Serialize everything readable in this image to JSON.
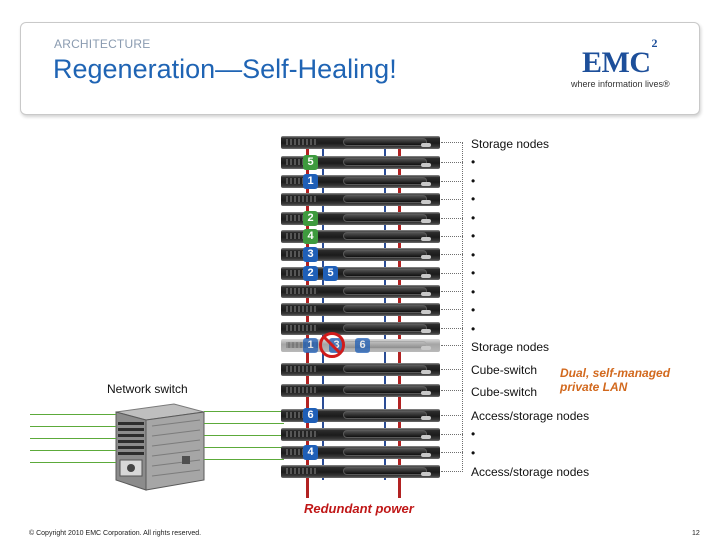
{
  "header": {
    "section": "ARCHITECTURE",
    "title": "Regeneration—Self-Healing!"
  },
  "logo": {
    "brand": "EMC",
    "superscript": "2",
    "tagline": "where information lives®"
  },
  "rack": {
    "rows": [
      {
        "chips": [],
        "failed": false
      },
      {
        "chips": [
          {
            "n": "5",
            "color": "green"
          }
        ],
        "failed": false
      },
      {
        "chips": [
          {
            "n": "1",
            "color": "blue"
          }
        ],
        "failed": false
      },
      {
        "chips": [],
        "failed": false
      },
      {
        "chips": [
          {
            "n": "2",
            "color": "green"
          }
        ],
        "failed": false
      },
      {
        "chips": [
          {
            "n": "4",
            "color": "green"
          }
        ],
        "failed": false
      },
      {
        "chips": [
          {
            "n": "3",
            "color": "blue"
          }
        ],
        "failed": false
      },
      {
        "chips": [
          {
            "n": "2",
            "color": "blue"
          },
          {
            "n": "5",
            "color": "blue"
          }
        ],
        "failed": false
      },
      {
        "chips": [],
        "failed": false
      },
      {
        "chips": [],
        "failed": false
      },
      {
        "chips": [],
        "failed": false
      },
      {
        "chips": [
          {
            "n": "1",
            "color": "blue"
          },
          {
            "n": "3",
            "color": "blue"
          },
          {
            "n": "6",
            "color": "blue"
          }
        ],
        "failed": true
      },
      {
        "chips": [],
        "failed": false
      },
      {
        "chips": [],
        "failed": false
      },
      {
        "chips": [
          {
            "n": "6",
            "color": "blue"
          }
        ],
        "failed": false
      },
      {
        "chips": [],
        "failed": false
      },
      {
        "chips": [
          {
            "n": "4",
            "color": "blue"
          }
        ],
        "failed": false
      },
      {
        "chips": [],
        "failed": false
      }
    ]
  },
  "labels": {
    "storage_top": "Storage nodes",
    "storage_bottom": "Storage nodes",
    "cube_switch_1": "Cube-switch",
    "cube_switch_2": "Cube-switch",
    "access_top": "Access/storage nodes",
    "access_bottom": "Access/storage nodes",
    "bullet": "•",
    "lan_note": "Dual, self-managed private LAN",
    "network_switch": "Network switch",
    "redundant_power": "Redundant power"
  },
  "footer": {
    "copyright": "© Copyright 2010 EMC Corporation. All rights reserved.",
    "page": "12"
  }
}
